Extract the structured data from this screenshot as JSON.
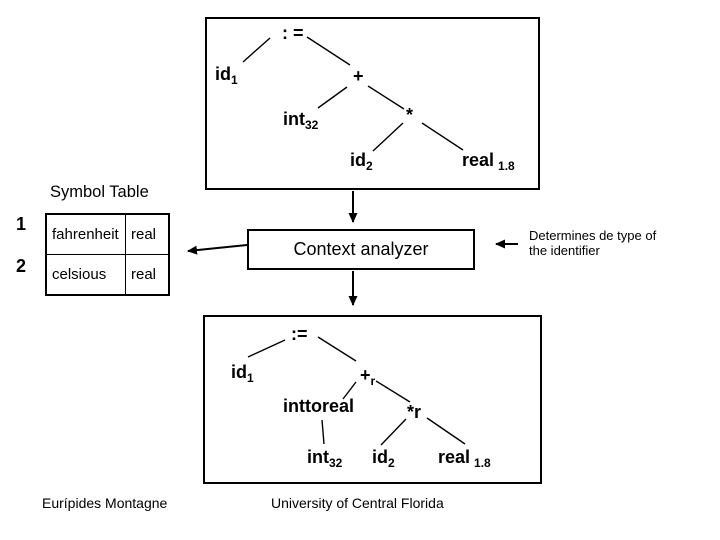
{
  "slide": {
    "background": "#ffffff",
    "ink": "#000000"
  },
  "top_tree": {
    "nodes": {
      "assign": {
        "base": ": ="
      },
      "id1": {
        "base": "id",
        "sub": "1"
      },
      "plus": {
        "base": "+"
      },
      "int32": {
        "base": "int",
        "sub": "32"
      },
      "star": {
        "base": "*"
      },
      "id2": {
        "base": "id",
        "sub": "2"
      },
      "real18": {
        "base": "real",
        "sub": "1.8"
      }
    }
  },
  "analyzer": {
    "label": "Context analyzer"
  },
  "annotation": {
    "lines": [
      "Determines de type of",
      "the identifier"
    ]
  },
  "symbol_table": {
    "title": "Symbol Table",
    "rows": [
      {
        "index": "1",
        "name": "fahrenheit",
        "type": "real"
      },
      {
        "index": "2",
        "name": "celsious",
        "type": "real"
      }
    ]
  },
  "bottom_tree": {
    "nodes": {
      "assign": {
        "base": ":="
      },
      "id1": {
        "base": "id",
        "sub": "1"
      },
      "plus_r": {
        "base": "+",
        "sub": "r"
      },
      "inttoreal": {
        "base": "inttoreal"
      },
      "star_r": {
        "base": "*r"
      },
      "int32": {
        "base": "int",
        "sub": "32"
      },
      "id2": {
        "base": "id",
        "sub": "2"
      },
      "real18": {
        "base": "real",
        "sub": "1.8"
      }
    }
  },
  "footer": {
    "author": "Eurípides Montagne",
    "institution": "University of Central Florida"
  }
}
